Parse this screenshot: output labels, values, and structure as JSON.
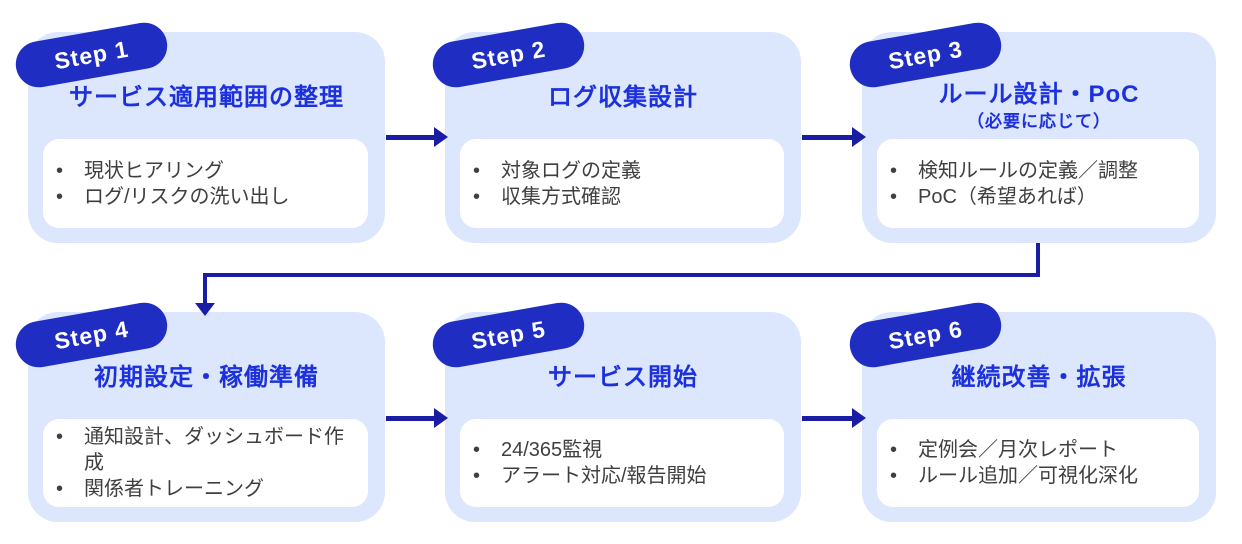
{
  "diagram": {
    "steps": [
      {
        "badge": "Step 1",
        "title": "サービス適用範囲の整理",
        "bullets": [
          "現状ヒアリング",
          "ログ/リスクの洗い出し"
        ]
      },
      {
        "badge": "Step 2",
        "title": "ログ収集設計",
        "bullets": [
          "対象ログの定義",
          "収集方式確認"
        ]
      },
      {
        "badge": "Step 3",
        "title": "ルール設計・PoC",
        "subtitle": "（必要に応じて）",
        "bullets": [
          "検知ルールの定義／調整",
          "PoC（希望あれば）"
        ]
      },
      {
        "badge": "Step 4",
        "title": "初期設定・稼働準備",
        "bullets": [
          "通知設計、ダッシュボード作成",
          "関係者トレーニング"
        ]
      },
      {
        "badge": "Step 5",
        "title": "サービス開始",
        "bullets": [
          "24/365監視",
          "アラート対応/報告開始"
        ]
      },
      {
        "badge": "Step 6",
        "title": "継続改善・拡張",
        "bullets": [
          "定例会／月次レポート",
          "ルール追加／可視化深化"
        ]
      }
    ],
    "colors": {
      "badge_bg": "#1f2dc2",
      "badge_text": "#ffffff",
      "title_text": "#1c31dd",
      "card_bg": "#dce6fc",
      "detail_box_bg": "#ffffff",
      "body_text": "#3f3f3f",
      "arrow": "#1a1da4"
    }
  }
}
